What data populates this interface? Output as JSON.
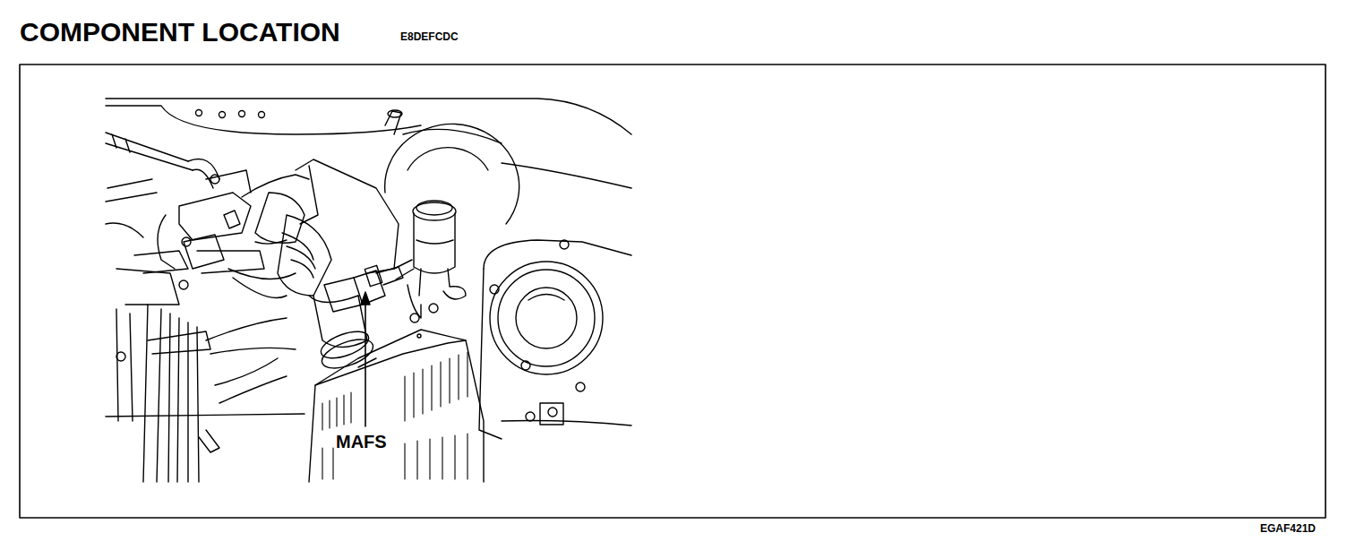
{
  "diagram": {
    "title": "COMPONENT LOCATION",
    "labels": [
      "E8DEFCDC",
      "MAFS",
      "EGAF421D"
    ]
  }
}
